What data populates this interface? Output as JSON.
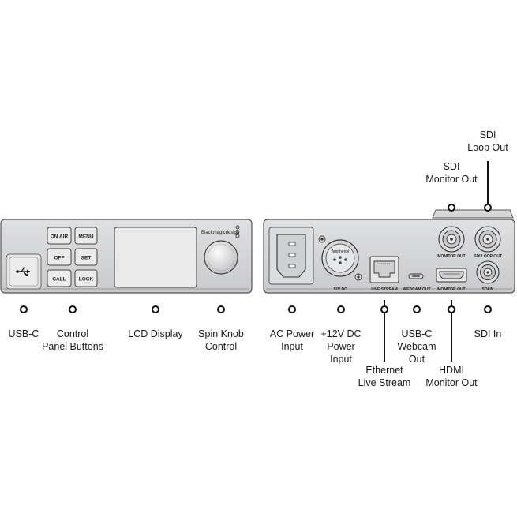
{
  "front_panel": {
    "brand": "Blackmagicdesign",
    "buttons": [
      "ON AIR",
      "MENU",
      "OFF",
      "SET",
      "CALL",
      "LOCK"
    ]
  },
  "rear_panel": {
    "xlr_text": "Amphenol",
    "port_labels": {
      "dc": "12V DC",
      "live": "LIVE STREAM",
      "webcam": "WEBCAM OUT",
      "hdmi": "MONITOR OUT",
      "sdi_mon": "MONITOR OUT",
      "sdi_loop": "SDI LOOP OUT",
      "sdi_in": "SDI IN"
    }
  },
  "callouts": {
    "usb_c": "USB-C",
    "control_panel": "Control\nPanel Buttons",
    "lcd": "LCD Display",
    "spin_knob": "Spin Knob\nControl",
    "ac_power": "AC Power\nInput",
    "dc_power": "+12V DC\nPower\nInput",
    "ethernet": "Ethernet\nLive Stream",
    "usb_c_webcam": "USB-C\nWebcam\nOut",
    "hdmi": "HDMI\nMonitor Out",
    "sdi_in": "SDI In",
    "sdi_monitor_out": "SDI\nMonitor Out",
    "sdi_loop_out": "SDI\nLoop Out"
  }
}
